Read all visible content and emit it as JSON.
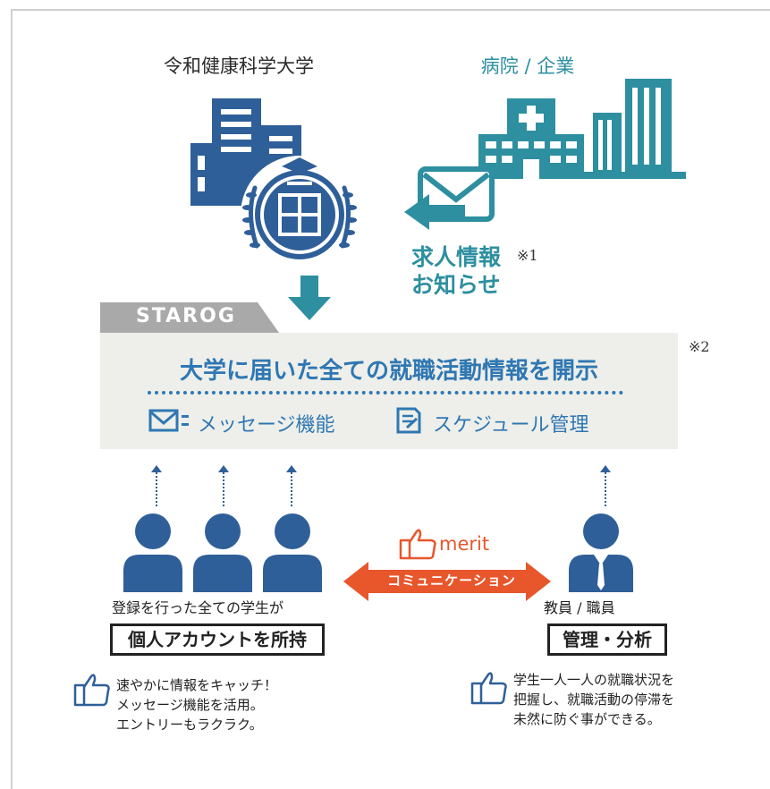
{
  "labels": {
    "university": "令和健康科学大学",
    "hospital": "病院 / 企業",
    "job_info_line1": "求人情報",
    "job_info_line2": "お知らせ",
    "note1": "※1",
    "note2": "※2"
  },
  "panel": {
    "brand": "STAROG",
    "headline": "大学に届いた全ての就職活動情報を開示",
    "feature_message": "メッセージ機能",
    "feature_schedule": "スケジュール管理"
  },
  "students": {
    "label": "登録を行った全ての学生が",
    "box": "個人アカウントを所持",
    "benefits": [
      "速やかに情報をキャッチ！",
      "メッセージ機能を活用。",
      "エントリーもラクラク。"
    ]
  },
  "staff": {
    "label": "教員 / 職員",
    "box": "管理・分析",
    "benefits": [
      "学生一人一人の就職状況を",
      "把握し、就職活動の停滞を",
      "未然に防ぐ事ができる。"
    ]
  },
  "middle": {
    "merit": "merit",
    "communication": "コミュニケーション"
  },
  "colors": {
    "navy": "#2f5f99",
    "teal": "#2d8fa0",
    "orange": "#e8562b",
    "panel_bg": "#eeefea",
    "tab_gray": "#a9a9a9"
  }
}
